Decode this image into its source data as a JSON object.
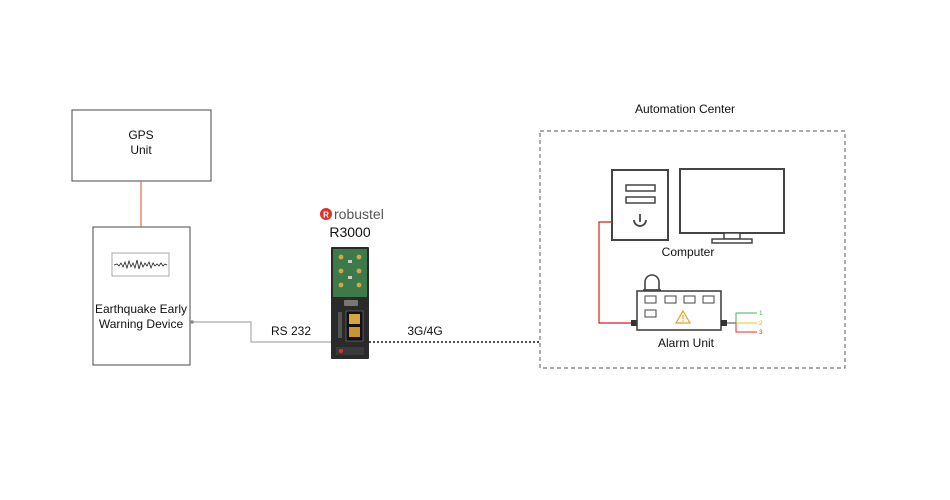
{
  "gps": {
    "line1": "GPS",
    "line2": "Unit"
  },
  "ewd": {
    "line1": "Earthquake Early",
    "line2": "Warning Device"
  },
  "router": {
    "brand": "robustel",
    "model": "R3000"
  },
  "links": {
    "serial": "RS 232",
    "cellular": "3G/4G"
  },
  "center": {
    "title": "Automation Center"
  },
  "computer": {
    "label": "Computer"
  },
  "alarm": {
    "label": "Alarm Unit",
    "outputs": [
      "1",
      "2",
      "3"
    ]
  },
  "colors": {
    "accent_line": "#e07040",
    "alarm_wire": "#d42020",
    "router_green": "#3c7a4a",
    "brand_red": "#d9342b",
    "out_green": "#4caf50",
    "out_yellow": "#f0c020",
    "out_red": "#e03030"
  },
  "icons": [
    "seismograph-icon",
    "robustel-logo-icon",
    "router-icon",
    "pc-tower-icon",
    "power-icon",
    "monitor-icon",
    "alarm-lamp-icon",
    "warning-icon"
  ]
}
